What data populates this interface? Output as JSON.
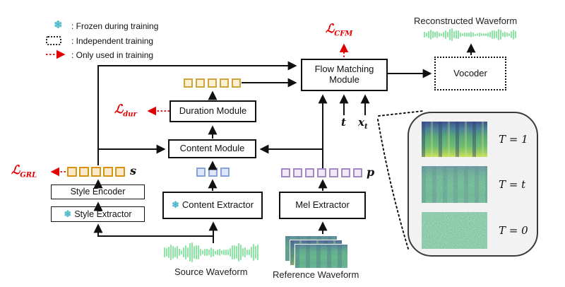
{
  "legend": {
    "items": [
      {
        "icon": "snowflake",
        "label": ": Frozen during training"
      },
      {
        "icon": "dotted-box",
        "label": ": Independent training"
      },
      {
        "icon": "red-dotted-arrow",
        "label": ": Only used in training"
      }
    ]
  },
  "nodes": {
    "flow_matching": "Flow Matching Module",
    "vocoder": "Vocoder",
    "duration": "Duration Module",
    "content": "Content Module",
    "style_encoder": "Style Encoder",
    "style_extractor": "Style Extractor",
    "content_extractor": "Content Extractor",
    "mel_extractor": "Mel Extractor"
  },
  "losses": {
    "cfm": {
      "symbol": "ℒ",
      "sub": "CFM"
    },
    "dur": {
      "symbol": "ℒ",
      "sub": "dur"
    },
    "grl": {
      "symbol": "ℒ",
      "sub": "GRL"
    }
  },
  "variables": {
    "style": "s",
    "mel": "p",
    "time": "t",
    "x": "x",
    "x_sub": "t"
  },
  "tokens": {
    "duration": 5,
    "style": 5,
    "content": 3,
    "mel": 7
  },
  "waveforms": {
    "reconstructed": "Reconstructed Waveform",
    "source": "Source Waveform",
    "reference": "Reference Waveform"
  },
  "panel": {
    "items": [
      {
        "label": "T = 1",
        "state": "clean"
      },
      {
        "label": "T = t",
        "state": "mid"
      },
      {
        "label": "T = 0",
        "state": "noise"
      }
    ]
  },
  "colors": {
    "loss_red": "#e00000",
    "snowflake_cyan": "#2ec6de",
    "duration_token_border": "#cfa43c",
    "style_token_border": "#d99413",
    "content_token_border": "#84a3d8",
    "mel_token_border": "#a687c3",
    "waveform_green": "#8be5a3",
    "line_black": "#111111"
  }
}
